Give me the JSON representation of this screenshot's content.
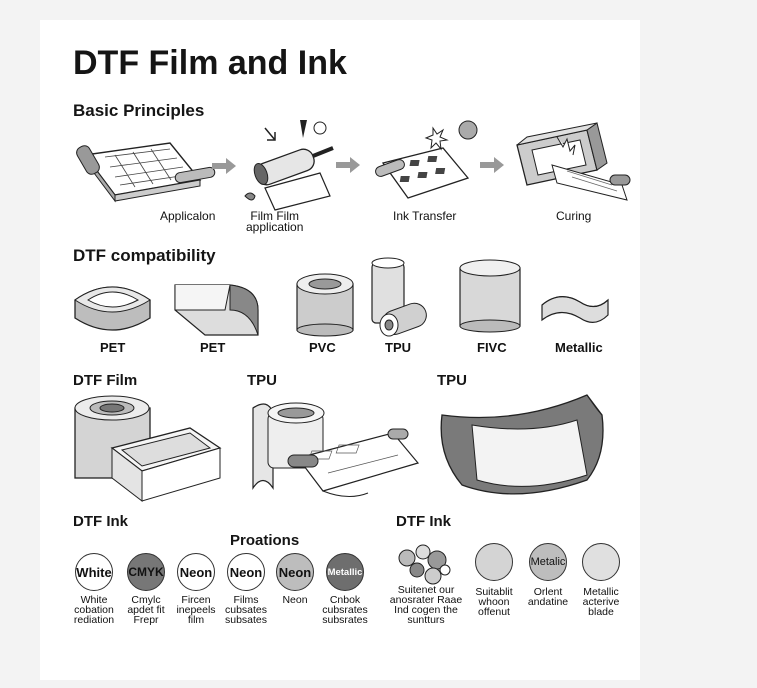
{
  "title": "DTF Film and Ink",
  "sections": {
    "basic": {
      "heading": "Basic Principles",
      "steps": [
        "Applicalon",
        "Film Film\napplication",
        "Ink Transfer",
        "Curing"
      ]
    },
    "compat": {
      "heading": "DTF compatibility",
      "items": [
        "PET",
        "PET",
        "PVC",
        "TPU",
        "FIVC",
        "Metallic"
      ]
    },
    "film": {
      "heading_left": "DTF Film",
      "heading_mid": "TPU",
      "heading_right": "TPU"
    },
    "ink_left": {
      "heading": "DTF Ink",
      "sub_heading": "Proations",
      "circles": [
        {
          "label": "White",
          "fill": "#ffffff",
          "text_color": "#111111",
          "caption": "White\ncobation\nrediation"
        },
        {
          "label": "CMYK",
          "fill": "#777777",
          "text_color": "#111111",
          "caption": "Cmylc\napdet fit\nFrepr"
        },
        {
          "label": "Neon",
          "fill": "#ffffff",
          "text_color": "#111111",
          "caption": "Fircen\ninepeels\nfilm"
        },
        {
          "label": "Neon",
          "fill": "#ffffff",
          "text_color": "#111111",
          "caption": "Films\ncubsates\nsubsates"
        },
        {
          "label": "Neon",
          "fill": "#bdbdbd",
          "text_color": "#111111",
          "caption": "Neon"
        },
        {
          "label": "Metallic",
          "fill": "#6e6e6e",
          "text_color": "#ffffff",
          "caption": "Cnbok\ncubsrates\nsubsrates"
        }
      ]
    },
    "ink_right": {
      "heading": "DTF Ink",
      "circles": [
        {
          "label": "",
          "caption": "Suitenet our\nanosrater Raae\nInd cogen the\nsuntturs"
        },
        {
          "label": "",
          "caption": "Suitablit\nwhoon\noffenut"
        },
        {
          "label": "Metalic",
          "caption": "Orlent\nandatine"
        },
        {
          "label": "",
          "caption": "Metallic\nacterive\nblade"
        }
      ]
    }
  }
}
